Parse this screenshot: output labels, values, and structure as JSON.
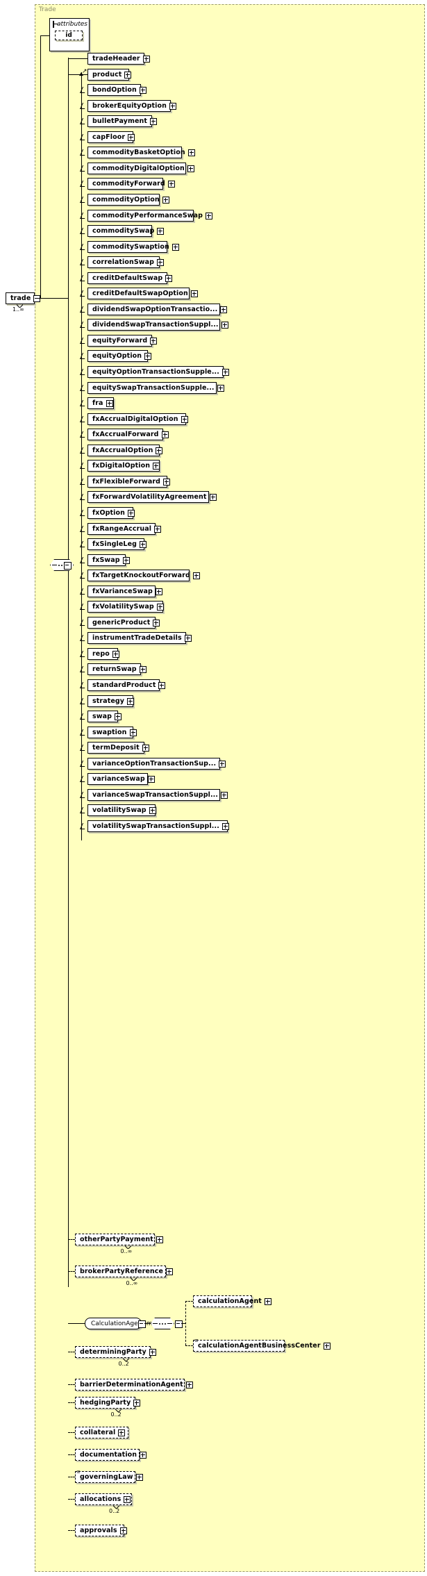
{
  "diagram": {
    "type": "xsd-schema-tree",
    "group_label": "Trade",
    "root": {
      "name": "trade",
      "occurs": "1..∞",
      "expander": "minus"
    },
    "attributes": {
      "header": "attributes",
      "items": [
        {
          "name": "id"
        }
      ]
    },
    "sequence_children": [
      {
        "name": "tradeHeader",
        "optional": false,
        "occurs": ""
      },
      {
        "name": "product",
        "optional": false,
        "occurs": "",
        "abstract": true
      },
      {
        "name": "bondOption",
        "optional": false,
        "occurs": "",
        "substitution": true
      },
      {
        "name": "brokerEquityOption",
        "optional": false,
        "occurs": "",
        "substitution": true
      },
      {
        "name": "bulletPayment",
        "optional": false,
        "occurs": "",
        "substitution": true
      },
      {
        "name": "capFloor",
        "optional": false,
        "occurs": "",
        "substitution": true
      },
      {
        "name": "commodityBasketOption",
        "optional": false,
        "occurs": "",
        "substitution": true
      },
      {
        "name": "commodityDigitalOption",
        "optional": false,
        "occurs": "",
        "substitution": true
      },
      {
        "name": "commodityForward",
        "optional": false,
        "occurs": "",
        "substitution": true
      },
      {
        "name": "commodityOption",
        "optional": false,
        "occurs": "",
        "substitution": true
      },
      {
        "name": "commodityPerformanceSwap",
        "optional": false,
        "occurs": "",
        "substitution": true
      },
      {
        "name": "commoditySwap",
        "optional": false,
        "occurs": "",
        "substitution": true
      },
      {
        "name": "commoditySwaption",
        "optional": false,
        "occurs": "",
        "substitution": true
      },
      {
        "name": "correlationSwap",
        "optional": false,
        "occurs": "",
        "substitution": true
      },
      {
        "name": "creditDefaultSwap",
        "optional": false,
        "occurs": "",
        "substitution": true
      },
      {
        "name": "creditDefaultSwapOption",
        "optional": false,
        "occurs": "",
        "substitution": true
      },
      {
        "name": "dividendSwapOptionTransactio...",
        "optional": false,
        "occurs": "",
        "substitution": true
      },
      {
        "name": "dividendSwapTransactionSuppl...",
        "optional": false,
        "occurs": "",
        "substitution": true
      },
      {
        "name": "equityForward",
        "optional": false,
        "occurs": "",
        "substitution": true
      },
      {
        "name": "equityOption",
        "optional": false,
        "occurs": "",
        "substitution": true
      },
      {
        "name": "equityOptionTransactionSupple...",
        "optional": false,
        "occurs": "",
        "substitution": true
      },
      {
        "name": "equitySwapTransactionSupple...",
        "optional": false,
        "occurs": "",
        "substitution": true
      },
      {
        "name": "fra",
        "optional": false,
        "occurs": "",
        "substitution": true
      },
      {
        "name": "fxAccrualDigitalOption",
        "optional": false,
        "occurs": "",
        "substitution": true
      },
      {
        "name": "fxAccrualForward",
        "optional": false,
        "occurs": "",
        "substitution": true
      },
      {
        "name": "fxAccrualOption",
        "optional": false,
        "occurs": "",
        "substitution": true
      },
      {
        "name": "fxDigitalOption",
        "optional": false,
        "occurs": "",
        "substitution": true
      },
      {
        "name": "fxFlexibleForward",
        "optional": false,
        "occurs": "",
        "substitution": true
      },
      {
        "name": "fxForwardVolatilityAgreement",
        "optional": false,
        "occurs": "",
        "substitution": true
      },
      {
        "name": "fxOption",
        "optional": false,
        "occurs": "",
        "substitution": true
      },
      {
        "name": "fxRangeAccrual",
        "optional": false,
        "occurs": "",
        "substitution": true
      },
      {
        "name": "fxSingleLeg",
        "optional": false,
        "occurs": "",
        "substitution": true
      },
      {
        "name": "fxSwap",
        "optional": false,
        "occurs": "",
        "substitution": true
      },
      {
        "name": "fxTargetKnockoutForward",
        "optional": false,
        "occurs": "",
        "substitution": true
      },
      {
        "name": "fxVarianceSwap",
        "optional": false,
        "occurs": "",
        "substitution": true
      },
      {
        "name": "fxVolatilitySwap",
        "optional": false,
        "occurs": "",
        "substitution": true
      },
      {
        "name": "genericProduct",
        "optional": false,
        "occurs": "",
        "substitution": true
      },
      {
        "name": "instrumentTradeDetails",
        "optional": false,
        "occurs": "",
        "substitution": true
      },
      {
        "name": "repo",
        "optional": false,
        "occurs": "",
        "substitution": true
      },
      {
        "name": "returnSwap",
        "optional": false,
        "occurs": "",
        "substitution": true
      },
      {
        "name": "standardProduct",
        "optional": false,
        "occurs": "",
        "substitution": true
      },
      {
        "name": "strategy",
        "optional": false,
        "occurs": "",
        "substitution": true
      },
      {
        "name": "swap",
        "optional": false,
        "occurs": "",
        "substitution": true
      },
      {
        "name": "swaption",
        "optional": false,
        "occurs": "",
        "substitution": true
      },
      {
        "name": "termDeposit",
        "optional": false,
        "occurs": "",
        "substitution": true
      },
      {
        "name": "varianceOptionTransactionSup...",
        "optional": false,
        "occurs": "",
        "substitution": true
      },
      {
        "name": "varianceSwap",
        "optional": false,
        "occurs": "",
        "substitution": true
      },
      {
        "name": "varianceSwapTransactionSuppl...",
        "optional": false,
        "occurs": "",
        "substitution": true
      },
      {
        "name": "volatilitySwap",
        "optional": false,
        "occurs": "",
        "substitution": true
      },
      {
        "name": "volatilitySwapTransactionSuppl...",
        "optional": false,
        "occurs": "",
        "substitution": true
      }
    ],
    "tail_children": [
      {
        "name": "otherPartyPayment",
        "optional": true,
        "occurs": "0..∞"
      },
      {
        "name": "brokerPartyReference",
        "optional": true,
        "occurs": "0..∞"
      },
      {
        "name": "determiningParty",
        "optional": true,
        "occurs": "0..2"
      },
      {
        "name": "barrierDeterminationAgent",
        "optional": true,
        "occurs": ""
      },
      {
        "name": "hedgingParty",
        "optional": true,
        "occurs": "0..2"
      },
      {
        "name": "collateral",
        "optional": true,
        "occurs": ""
      },
      {
        "name": "documentation",
        "optional": true,
        "occurs": ""
      },
      {
        "name": "governingLaw",
        "optional": true,
        "occurs": "",
        "annotated": true
      },
      {
        "name": "allocations",
        "optional": true,
        "occurs": "0..2"
      },
      {
        "name": "approvals",
        "optional": true,
        "occurs": ""
      }
    ],
    "calculation_agent_model": {
      "name": "CalculationAgent.model",
      "expander": "minus",
      "compositor": "sequence",
      "children": [
        {
          "name": "calculationAgent",
          "optional": true,
          "occurs": ""
        },
        {
          "name": "calculationAgentBusinessCenter",
          "optional": true,
          "occurs": "",
          "annotated": true
        }
      ]
    },
    "colors": {
      "group_fill": "#ffffbf",
      "group_border": "#9a9a6a",
      "node_fill": "#ffffff",
      "node_border": "#000000",
      "shadow": "#c9c9b0",
      "title_text": "#8a8a6a"
    }
  }
}
